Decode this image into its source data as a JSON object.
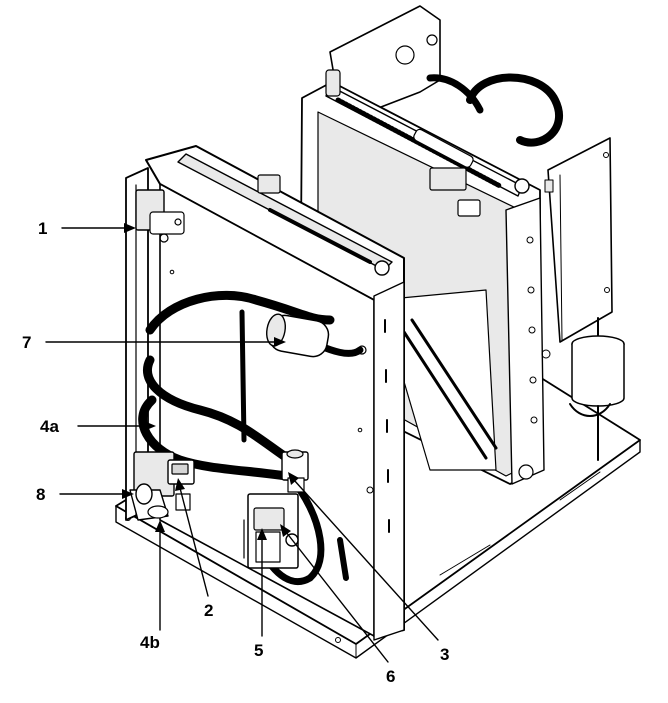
{
  "callouts": [
    {
      "label": "1"
    },
    {
      "label": "7"
    },
    {
      "label": "4a"
    },
    {
      "label": "8"
    },
    {
      "label": "4b"
    },
    {
      "label": "2"
    },
    {
      "label": "5"
    },
    {
      "label": "6"
    },
    {
      "label": "3"
    }
  ]
}
